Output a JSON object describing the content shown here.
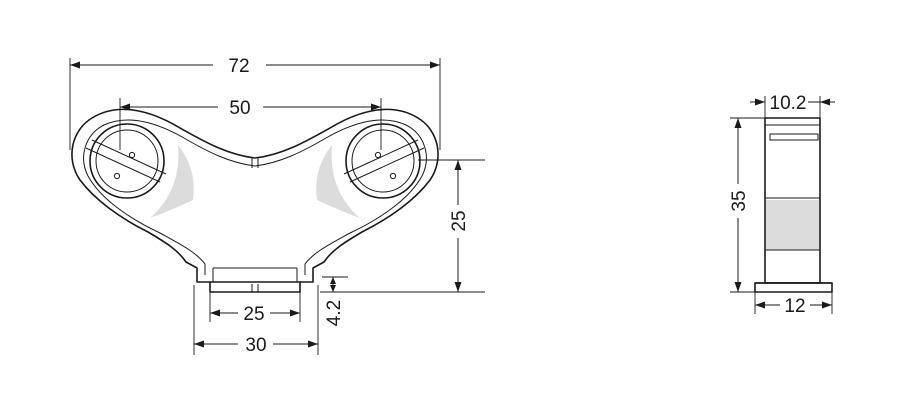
{
  "front_view": {
    "overall_width": "72",
    "pin_center_spacing": "50",
    "lamp_center_height": "25",
    "base_inner_width": "25",
    "base_outer_width": "30",
    "base_height": "4.2"
  },
  "side_view": {
    "top_thickness": "10.2",
    "overall_height": "35",
    "base_depth": "12"
  }
}
